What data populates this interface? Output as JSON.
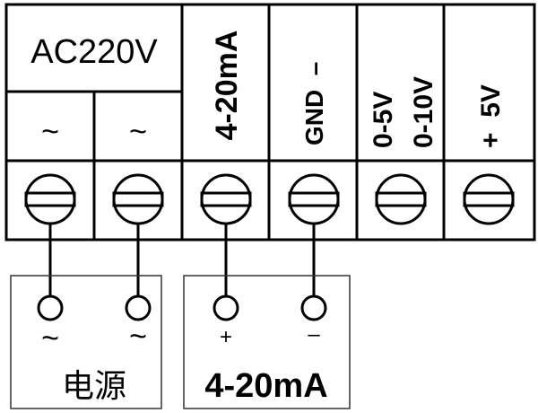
{
  "terminal_block": {
    "power_header": "AC220V",
    "terminals": [
      {
        "label": "~"
      },
      {
        "label": "~"
      },
      {
        "label": "4-20mA"
      },
      {
        "label": "GND  –"
      },
      {
        "label_line1": "0-5V",
        "label_line2": "0-10V"
      },
      {
        "label": "+  5V"
      }
    ]
  },
  "power_source": {
    "pin1": "~",
    "pin2": "~",
    "label": "电源"
  },
  "current_source": {
    "pin_plus": "+",
    "pin_minus": "–",
    "label": "4-20mA"
  }
}
